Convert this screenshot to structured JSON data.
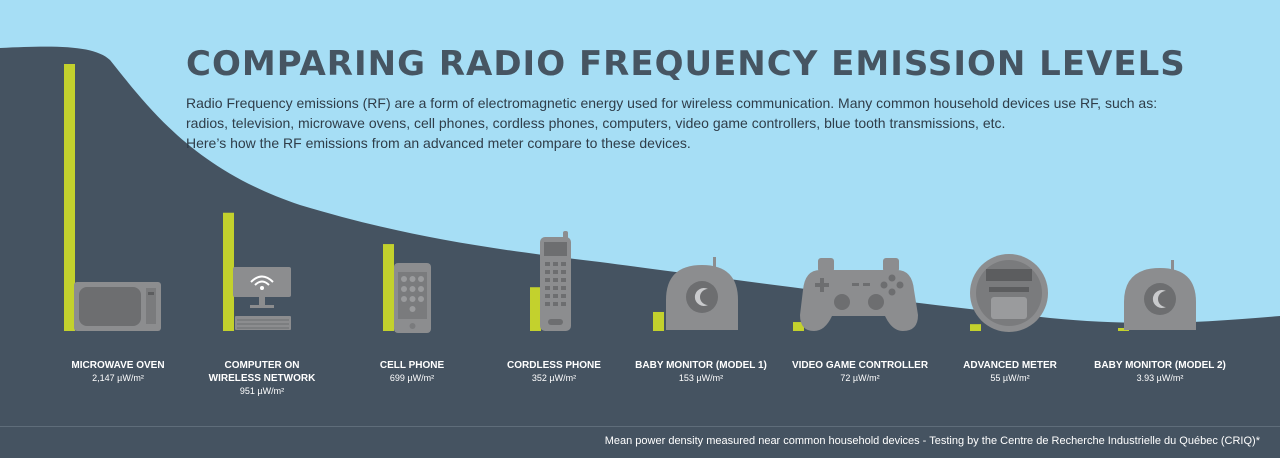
{
  "header": {
    "title": "COMPARING RADIO FREQUENCY EMISSION LEVELS",
    "intro_line1": "Radio Frequency emissions (RF) are a form of electromagnetic energy used for wireless communication. Many common household devices use RF, such as:",
    "intro_line2": "radios, television, microwave ovens, cell phones, cordless phones, computers, video game controllers, blue tooth transmissions, etc.",
    "intro_line3": "Here’s how the RF emissions from an advanced meter compare to these devices."
  },
  "devices": [
    {
      "name": "MICROWAVE OVEN",
      "value_label": "2,147 µW/m²",
      "icon": "microwave-oven-icon"
    },
    {
      "name": "COMPUTER ON WIRELESS NETWORK",
      "value_label": "951 µW/m²",
      "icon": "computer-wifi-icon"
    },
    {
      "name": "CELL PHONE",
      "value_label": "699 µW/m²",
      "icon": "cell-phone-icon"
    },
    {
      "name": "CORDLESS PHONE",
      "value_label": "352 µW/m²",
      "icon": "cordless-phone-icon"
    },
    {
      "name": "BABY MONITOR (MODEL 1)",
      "value_label": "153 µW/m²",
      "icon": "baby-monitor-icon"
    },
    {
      "name": "VIDEO GAME CONTROLLER",
      "value_label": "72 µW/m²",
      "icon": "game-controller-icon"
    },
    {
      "name": "ADVANCED METER",
      "value_label": "55 µW/m²",
      "icon": "advanced-meter-icon"
    },
    {
      "name": "BABY MONITOR (MODEL 2)",
      "value_label": "3.93 µW/m²",
      "icon": "baby-monitor-icon"
    }
  ],
  "chart_data": {
    "type": "bar",
    "categories": [
      "MICROWAVE OVEN",
      "COMPUTER ON WIRELESS NETWORK",
      "CELL PHONE",
      "CORDLESS PHONE",
      "BABY MONITOR (MODEL 1)",
      "VIDEO GAME CONTROLLER",
      "ADVANCED METER",
      "BABY MONITOR (MODEL 2)"
    ],
    "values": [
      2147,
      951,
      699,
      352,
      153,
      72,
      55,
      3.93
    ],
    "unit": "µW/m²",
    "ylim": [
      0,
      2147
    ],
    "grid": false,
    "legend": "none",
    "bar_color": "#c3d12d"
  },
  "footnote": "Mean power density measured near common household devices - Testing by the Centre de Recherche Industrielle du Québec (CRIQ)*",
  "colors": {
    "sky": "#a6def5",
    "ground": "#455361",
    "bar": "#c3d12d",
    "device": "#8c8d8f",
    "title": "#465562"
  }
}
